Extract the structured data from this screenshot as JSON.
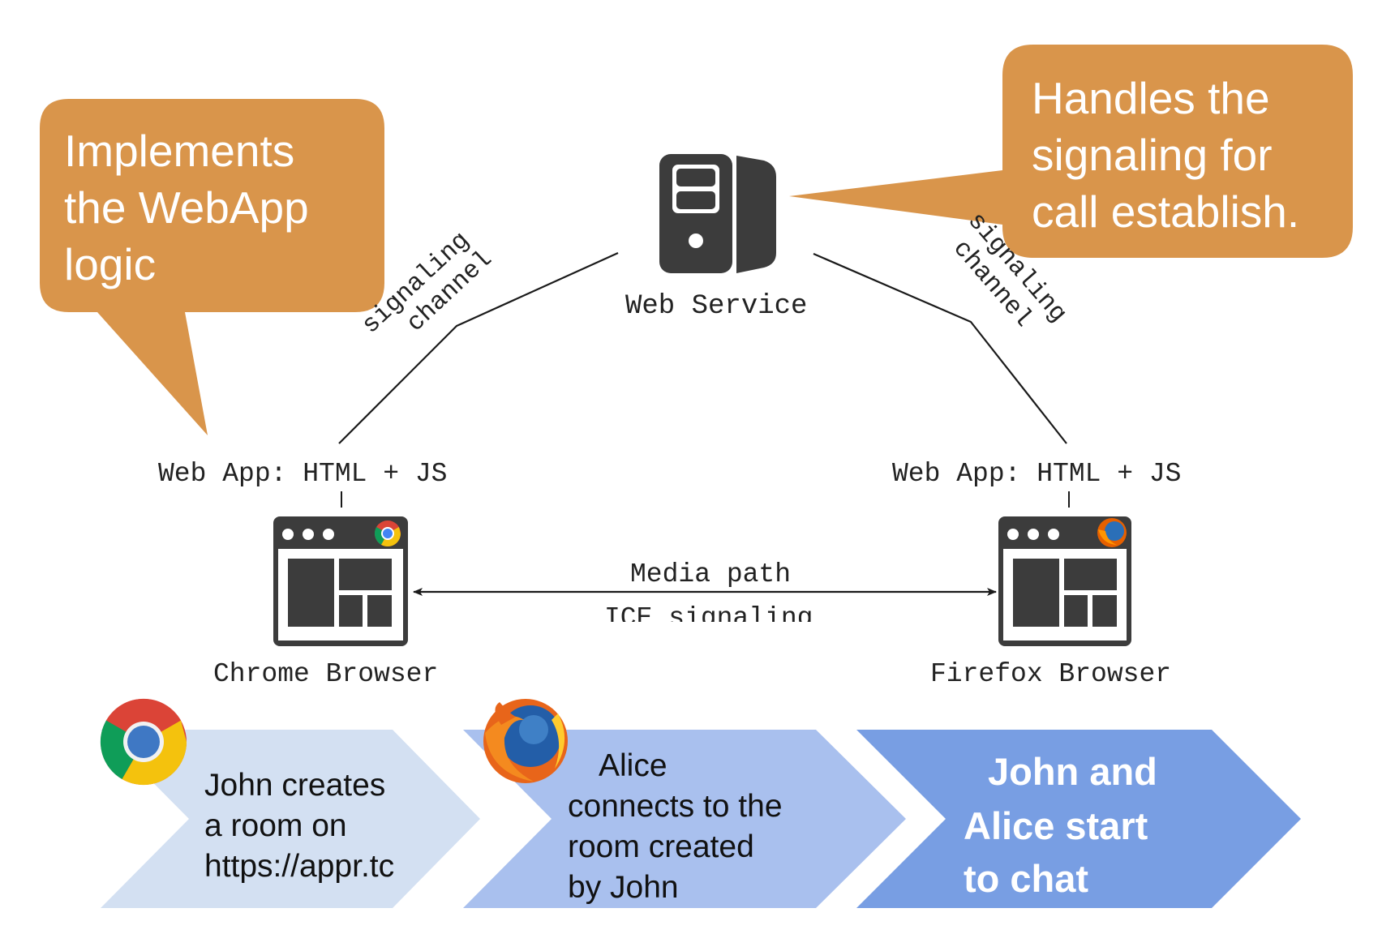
{
  "colors": {
    "callout": "#d9954b",
    "icon_dark": "#3c3c3c",
    "line": "#1a1a1a",
    "step1": "#d3e0f2",
    "step2": "#a9c0ee",
    "step3": "#789ee3"
  },
  "callouts": {
    "webapp": {
      "lines": [
        "Implements",
        "the WebApp",
        "logic"
      ]
    },
    "service": {
      "lines": [
        "Handles the",
        "signaling for",
        "call establish."
      ]
    }
  },
  "nodes": {
    "web_service": {
      "label": "Web Service",
      "icon": "server-icon"
    },
    "chrome": {
      "label": "Chrome Browser",
      "app_label": "Web App: HTML + JS",
      "icon": "chrome-browser-window-icon"
    },
    "firefox": {
      "label": "Firefox Browser",
      "app_label": "Web App: HTML + JS",
      "icon": "firefox-browser-window-icon"
    }
  },
  "edges": {
    "left_signaling": {
      "line1": "signaling",
      "line2": "channel"
    },
    "right_signaling": {
      "line1": "signaling",
      "line2": "channel"
    },
    "media": {
      "label_top": "Media path",
      "label_bottom": "ICE signaling"
    }
  },
  "steps": [
    {
      "lines": [
        "John creates",
        "a room on",
        "https://appr.tc"
      ],
      "icon": "chrome-logo-icon"
    },
    {
      "lines": [
        "Alice",
        "connects to the",
        "room created",
        "by John"
      ],
      "icon": "firefox-logo-icon"
    },
    {
      "lines": [
        "John and",
        "Alice start",
        "to chat"
      ]
    }
  ]
}
